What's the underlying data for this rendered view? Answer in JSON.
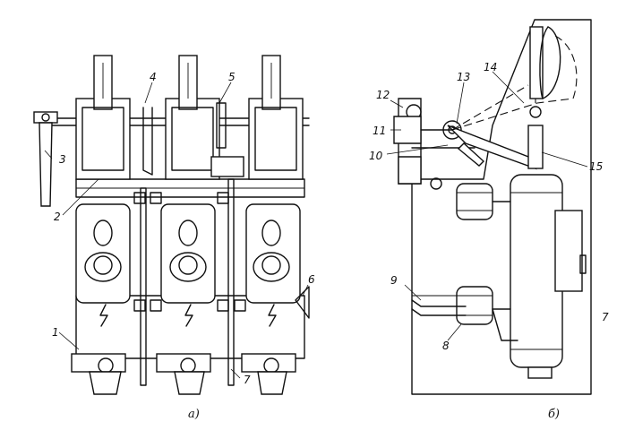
{
  "captions": {
    "left": "а)",
    "right": "б)"
  },
  "callouts": {
    "c1": "1",
    "c2": "2",
    "c3": "3",
    "c4": "4",
    "c5": "5",
    "c6": "6",
    "c7a": "7",
    "c7b": "7",
    "c8": "8",
    "c9": "9",
    "c10": "10",
    "c11": "11",
    "c12": "12",
    "c13": "13",
    "c14": "14",
    "c15": "15"
  }
}
